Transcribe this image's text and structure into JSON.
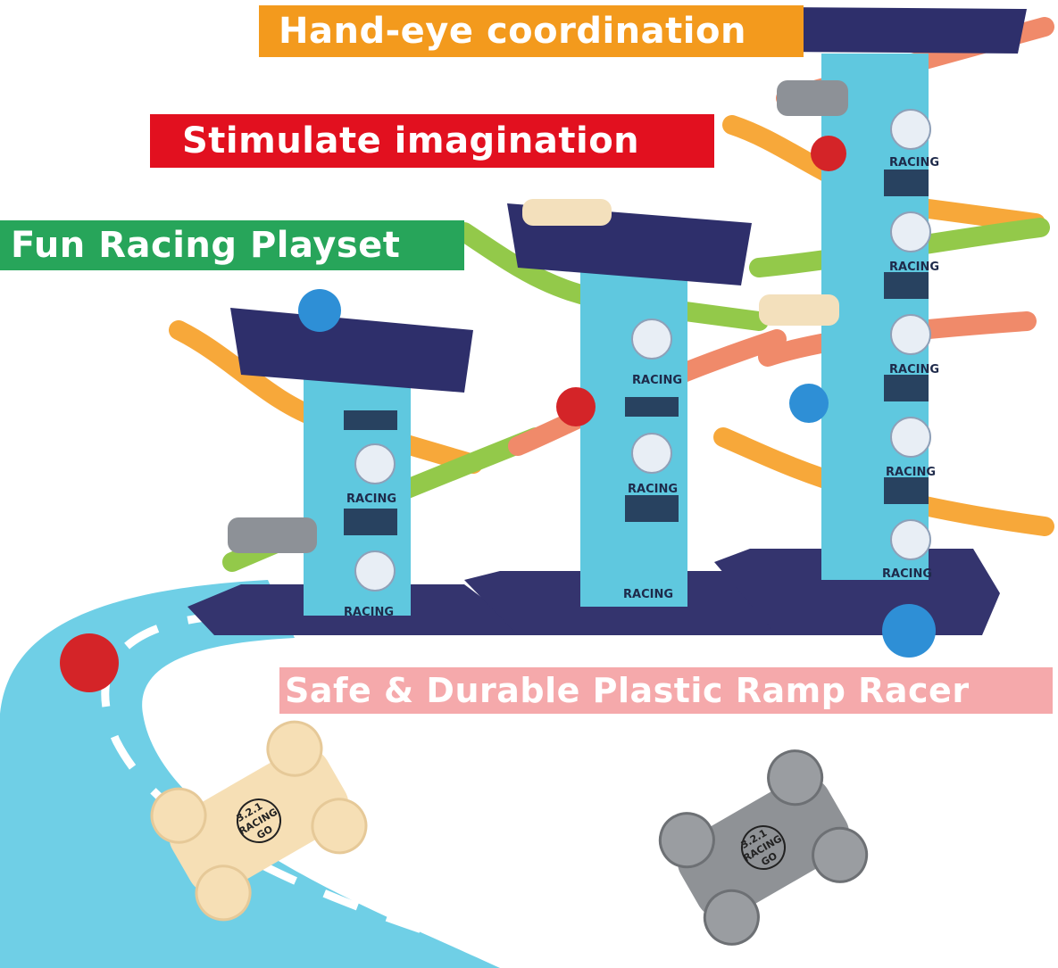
{
  "banners": {
    "hand_eye": "Hand-eye coordination",
    "stimulate": "Stimulate imagination",
    "fun_racing": "Fun Racing Playset",
    "safe_durable": "Safe & Durable Plastic Ramp Racer"
  },
  "tower_label": "RACING",
  "car_label": "RACING",
  "car_countdown": "3.2.1",
  "car_go": "GO",
  "colors": {
    "orange_banner": "#f39a1d",
    "red_banner": "#e2101f",
    "green_banner": "#27a55a",
    "pink_banner": "#f5a9ab",
    "tower": "#5fc8df",
    "base": "#34346e",
    "road": "#6fcfe6"
  }
}
